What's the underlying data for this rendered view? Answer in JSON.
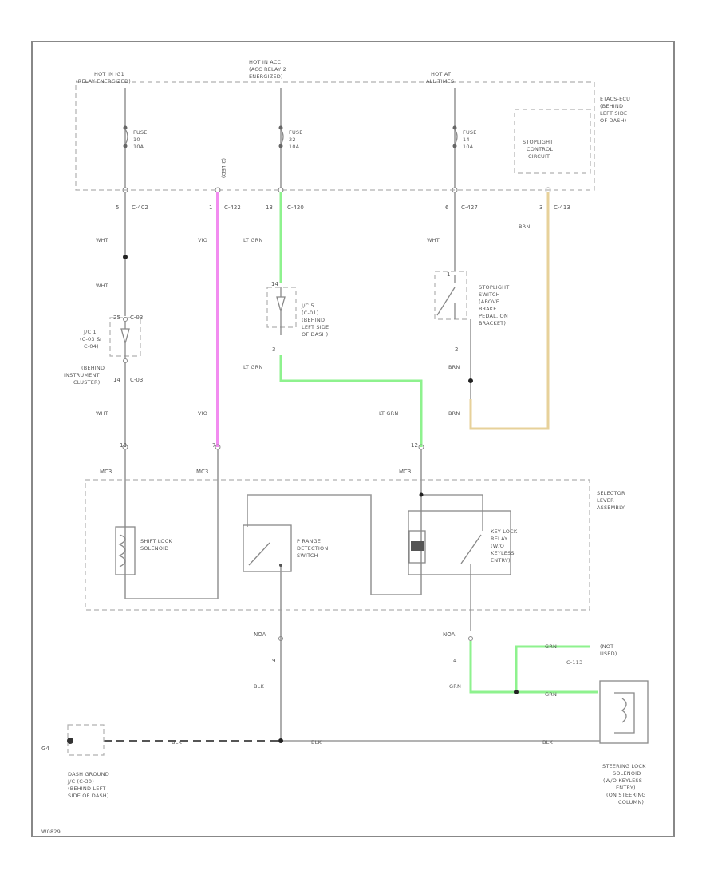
{
  "labels": {
    "hot_ig1": [
      "HOT IN IG1",
      "(RELAY ENERGIZED)"
    ],
    "hot_acc": [
      "HOT IN ACC",
      "(ACC RELAY 2",
      "ENERGIZED)"
    ],
    "hot_all": [
      "HOT AT",
      "ALL TIMES"
    ],
    "fuse_a": [
      "FUSE",
      "10",
      "10A"
    ],
    "fuse_b": [
      "FUSE",
      "22",
      "10A"
    ],
    "fuse_c": [
      "FUSE",
      "14",
      "10A"
    ],
    "stoplight_ctrl": [
      "STOPLIGHT",
      "CONTROL",
      "CIRCUIT"
    ],
    "ecu_box": [
      "ETACS-ECU",
      "(BEHIND",
      "LEFT SIDE",
      "OF DASH)"
    ],
    "pin_a": [
      "5",
      "C-402"
    ],
    "pin_b": [
      "1",
      "C-422"
    ],
    "pin_c": [
      "13",
      "C-420"
    ],
    "pin_d": [
      "6",
      "C-427"
    ],
    "pin_e": [
      "3",
      "C-413"
    ],
    "rule_text": "(2 LED)",
    "w_wht1": "WHT",
    "w_wht2": "WHT",
    "w_wht3": "WHT",
    "w_wht4": "WHT",
    "w_vio1": "VIO",
    "w_vio2": "VIO",
    "w_ltgrn1": "LT GRN",
    "w_ltgrn2": "LT GRN",
    "w_ltgrn3": "LT GRN",
    "w_brn1": "BRN",
    "w_brn2": "BRN",
    "w_brn3": "BRN",
    "jc1": [
      "J/C 1",
      "(C-03 &",
      "C-04)",
      "(BEHIND",
      "INSTRUMENT",
      "CLUSTER)"
    ],
    "jc1_pins": [
      "25",
      "C-03",
      "14",
      "C-03"
    ],
    "jc5": [
      "J/C 5",
      "(C-01)",
      "(BEHIND",
      "LEFT SIDE",
      "OF DASH)"
    ],
    "jc5_pins": [
      "14",
      "3"
    ],
    "stop_sw": [
      "STOPLIGHT",
      "SWITCH",
      "(ABOVE",
      "BRAKE",
      "PEDAL, ON",
      "BRACKET)"
    ],
    "stop_pins": [
      "1",
      "2"
    ],
    "conn_a": [
      "10",
      "MC3"
    ],
    "conn_b": [
      "7",
      "MC3"
    ],
    "conn_c": [
      "12",
      "MC3"
    ],
    "selector": [
      "SELECTOR",
      "LEVER",
      "ASSEMBLY"
    ],
    "shift_lock": [
      "SHIFT LOCK",
      "SOLENOID"
    ],
    "p_range": [
      "P RANGE",
      "DETECTION",
      "SWITCH"
    ],
    "key_lock": [
      "KEY LOCK",
      "RELAY",
      "(W/O",
      "KEYLESS",
      "ENTRY)"
    ],
    "n_pin_a": [
      "NOA",
      "9"
    ],
    "n_pin_b": [
      "NOA",
      "4"
    ],
    "w_blk1": "BLK",
    "w_blk2": "BLK",
    "w_blk3": "BLK",
    "w_blk4": "BLK",
    "w_grn1": "GRN",
    "w_grn2": "GRN",
    "w_grn3": "GRN",
    "not_used": [
      "(NOT",
      "USED)"
    ],
    "c113": "C-113",
    "ground": [
      "DASH GROUND",
      "J/C (C-30)",
      "(BEHIND LEFT",
      "SIDE OF DASH)"
    ],
    "ground_id": "G4",
    "steering": [
      "STEERING LOCK",
      "SOLENOID",
      "(W/O KEYLESS",
      "ENTRY)",
      "(ON STEERING",
      "COLUMN)"
    ],
    "footer": "W0829"
  },
  "colors": {
    "vio": "#f28cf0",
    "lt_grn": "#8ef28e",
    "brn": "#e7d19a",
    "grn": "#8ef28e"
  }
}
